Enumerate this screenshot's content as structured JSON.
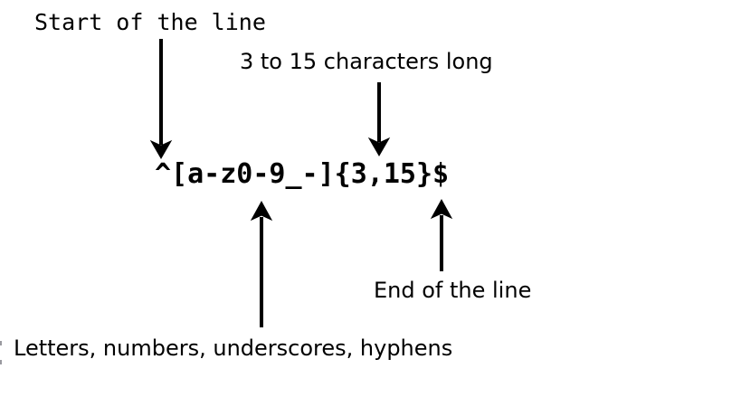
{
  "diagram": {
    "title_hint": "Regex pattern anatomy diagram",
    "regex": "^[a-z0-9_-]{3,15}$",
    "labels": {
      "start_of_line": "Start of the line",
      "length": "3 to 15 characters long",
      "end_of_line": "End of the line",
      "char_class": "Letters, numbers, underscores, hyphens"
    },
    "annotations": [
      {
        "label": "Start of the line",
        "points_to": "^",
        "arrow_direction": "down"
      },
      {
        "label": "3 to 15 characters long",
        "points_to": "{3,15}",
        "arrow_direction": "down"
      },
      {
        "label": "End of the line",
        "points_to": "$",
        "arrow_direction": "up"
      },
      {
        "label": "Letters, numbers, underscores, hyphens",
        "points_to": "[a-z0-9_-]",
        "arrow_direction": "up"
      }
    ],
    "colors": {
      "background": "#ffffff",
      "text": "#000000",
      "arrow": "#000000"
    }
  }
}
